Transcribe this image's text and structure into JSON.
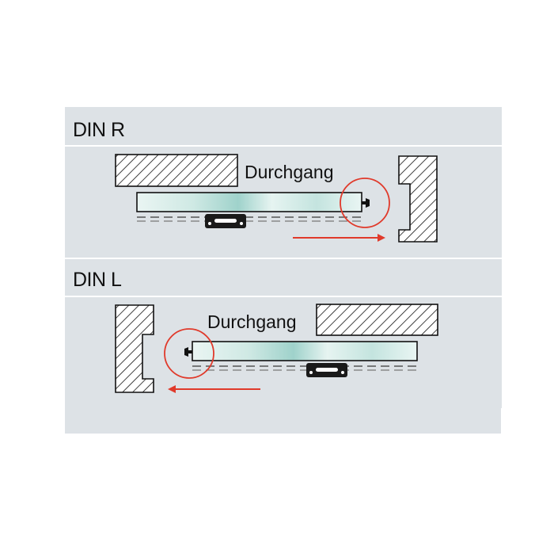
{
  "colors": {
    "panel": "#dde2e6",
    "separator": "#ffffff",
    "wall_stroke": "#111111",
    "glass_light": "#eaf5f3",
    "glass_mid": "#bfe0db",
    "marker_red": "#e03a2b",
    "rail_dash": "#555555",
    "handle": "#1a1a1a"
  },
  "sections": [
    {
      "header": "DIN R",
      "passage_label": "Durchgang",
      "stopper_side": "right",
      "arrow_direction": "right",
      "icons": [
        "hatched-wall-icon",
        "glass-door-icon",
        "handle-icon",
        "stopper-icon",
        "highlight-circle-icon",
        "arrow-right-icon"
      ]
    },
    {
      "header": "DIN L",
      "passage_label": "Durchgang",
      "stopper_side": "left",
      "arrow_direction": "left",
      "icons": [
        "hatched-wall-icon",
        "glass-door-icon",
        "handle-icon",
        "stopper-icon",
        "highlight-circle-icon",
        "arrow-left-icon"
      ]
    }
  ]
}
